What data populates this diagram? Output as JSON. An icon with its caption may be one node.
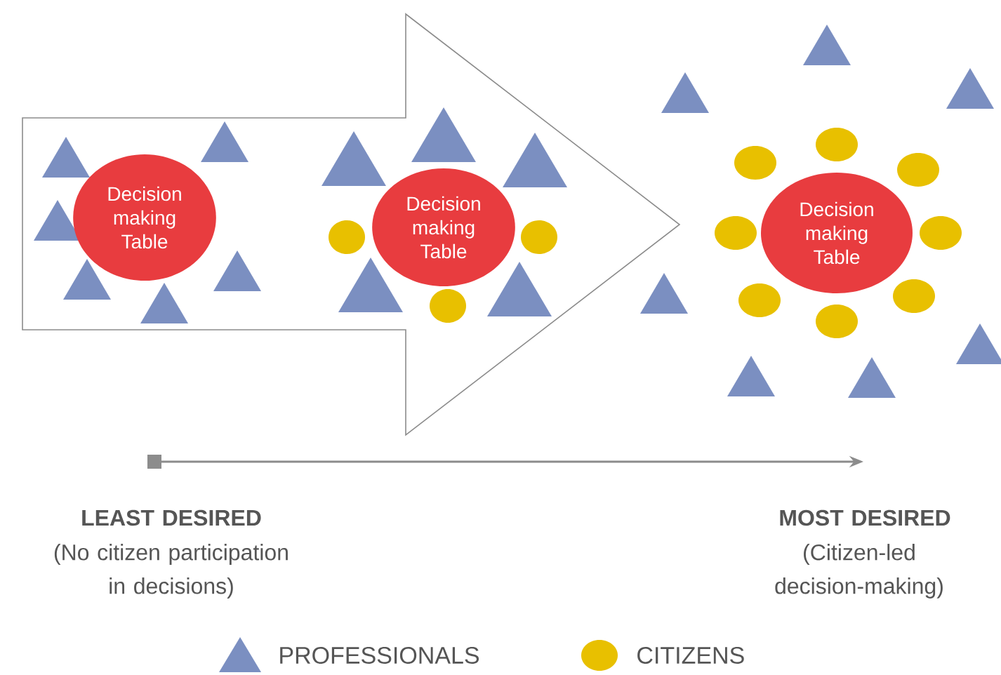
{
  "diagram": {
    "nodes": [
      {
        "text": [
          "Decision making Table"
        ]
      },
      {
        "text": [
          "Decision making Table"
        ]
      },
      {
        "text": [
          "Decision making Table"
        ]
      }
    ],
    "labels": [
      "LEAST DESIRED",
      "(No citizen participation in decisions)",
      "MOST DESIRED",
      "(Citizen-led decision-making)"
    ],
    "legend": [
      {
        "text": "PROFESSIONALS",
        "color": "#7b8fc1"
      },
      {
        "text": "CITIZENS",
        "color": "#e8c000"
      }
    ]
  }
}
